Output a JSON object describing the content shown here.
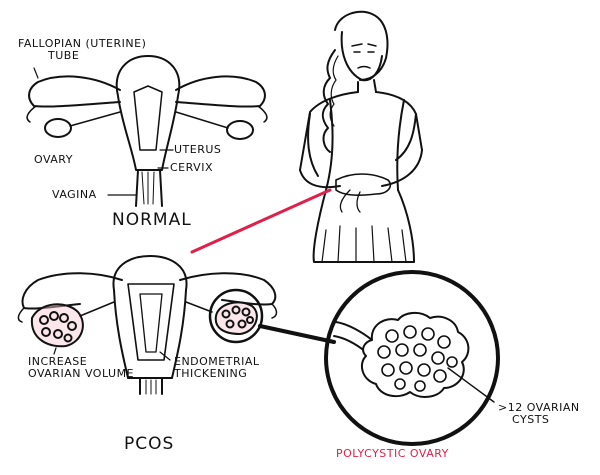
{
  "labels": {
    "fallopian_line1": "FALLOPIAN (UTERINE)",
    "fallopian_line2": "TUBE",
    "ovary": "OVARY",
    "uterus": "UTERUS",
    "cervix": "CERVIX",
    "vagina": "VAGINA",
    "normal": "NORMAL",
    "increased_line1": "INCREASE",
    "increased_line2": "OVARIAN VOLUME",
    "endometrial_line1": "ENDOMETRIAL",
    "endometrial_line2": "THICKENING",
    "pcos": "PCOS",
    "polycystic": "POLYCYSTIC OVARY",
    "cysts_line1": ">12 OVARIAN",
    "cysts_line2": "CYSTS"
  },
  "colors": {
    "ink": "#111111",
    "accent": "#e0204a",
    "cyst_pink": "#f6c7d3"
  }
}
